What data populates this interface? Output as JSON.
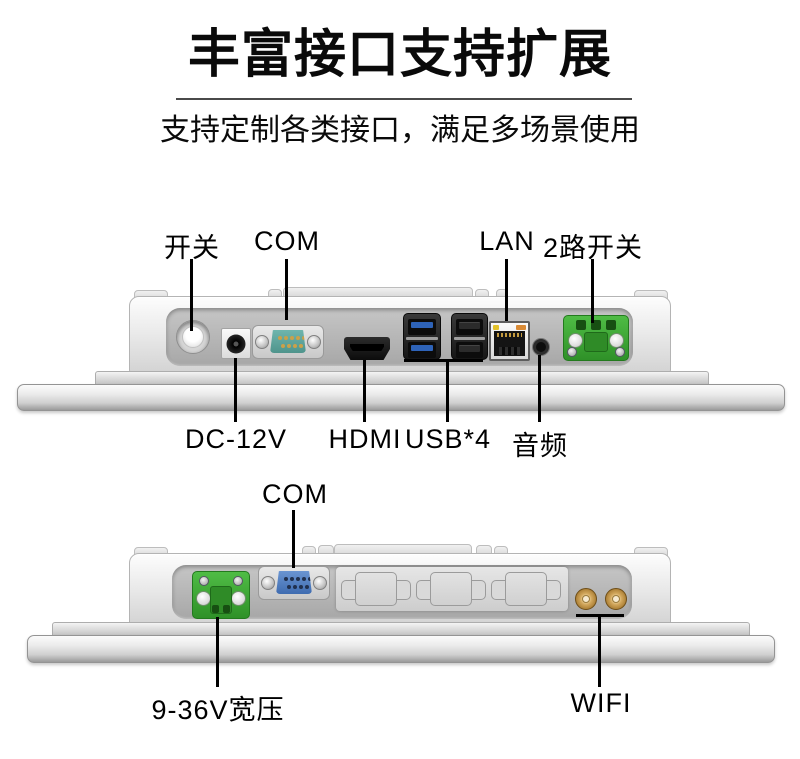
{
  "header": {
    "title": "丰富接口支持扩展",
    "subtitle": "支持定制各类接口，满足多场景使用"
  },
  "device_top": {
    "callouts_top": [
      {
        "label": "开关",
        "target": "power-button"
      },
      {
        "label": "COM",
        "target": "com-serial-port"
      },
      {
        "label": "LAN",
        "target": "rj45-lan-port"
      },
      {
        "label": "2路开关",
        "target": "switch-terminal-block"
      }
    ],
    "callouts_bottom": [
      {
        "label": "DC-12V",
        "target": "dc-power-jack"
      },
      {
        "label": "HDMI",
        "target": "hdmi-port"
      },
      {
        "label": "USB*4",
        "target": "usb-port-group"
      },
      {
        "label": "音频",
        "target": "audio-jack"
      }
    ]
  },
  "device_bottom": {
    "callouts_top": [
      {
        "label": "COM",
        "target": "com-serial-port"
      }
    ],
    "callouts_bottom": [
      {
        "label": "9-36V宽压",
        "target": "wide-voltage-terminal"
      },
      {
        "label": "WIFI",
        "target": "sma-antenna-connectors"
      }
    ]
  },
  "colors": {
    "text": "#0a0a0a",
    "callout_line": "#000000",
    "terminal_green": "#43af39",
    "usb3_blue": "#2e63b8",
    "com_teal": "#5fa8a0",
    "com_blue": "#4d80c4",
    "sma_gold": "#c3944a",
    "led_yellow": "#e3c22a",
    "led_orange": "#d98a35"
  }
}
